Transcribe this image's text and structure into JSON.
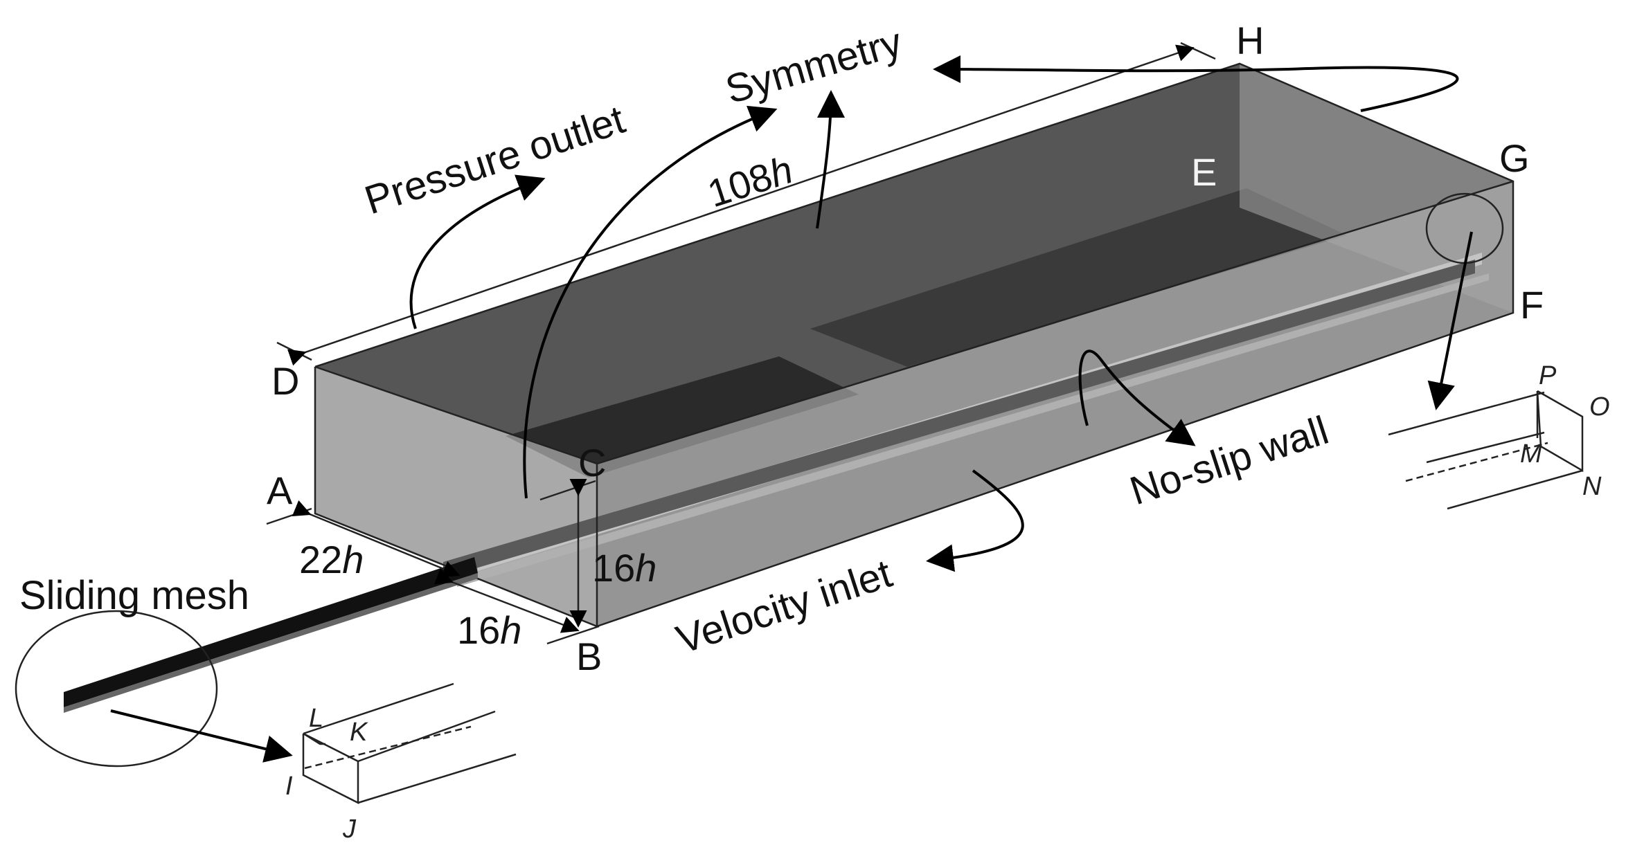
{
  "labels": {
    "symmetry": "Symmetry",
    "pressure_outlet": "Pressure outlet",
    "velocity_inlet": "Velocity inlet",
    "no_slip_wall": "No-slip wall",
    "sliding_mesh": "Sliding mesh"
  },
  "dimensions": {
    "length": "108",
    "width_front": "22",
    "width_side": "16",
    "height": "16",
    "unit_symbol": "h"
  },
  "points": {
    "A": "A",
    "B": "B",
    "C": "C",
    "D": "D",
    "E": "E",
    "F": "F",
    "G": "G",
    "H": "H",
    "I": "I",
    "J": "J",
    "K": "K",
    "L": "L",
    "M": "M",
    "N": "N",
    "O": "O",
    "P": "P"
  },
  "colors": {
    "top_face": "#565656",
    "dark_region": "#2a2a2a",
    "front_face": "#8a8a8a",
    "end_face": "#a8a8a8",
    "ground_strip": "#b8b8b8"
  }
}
